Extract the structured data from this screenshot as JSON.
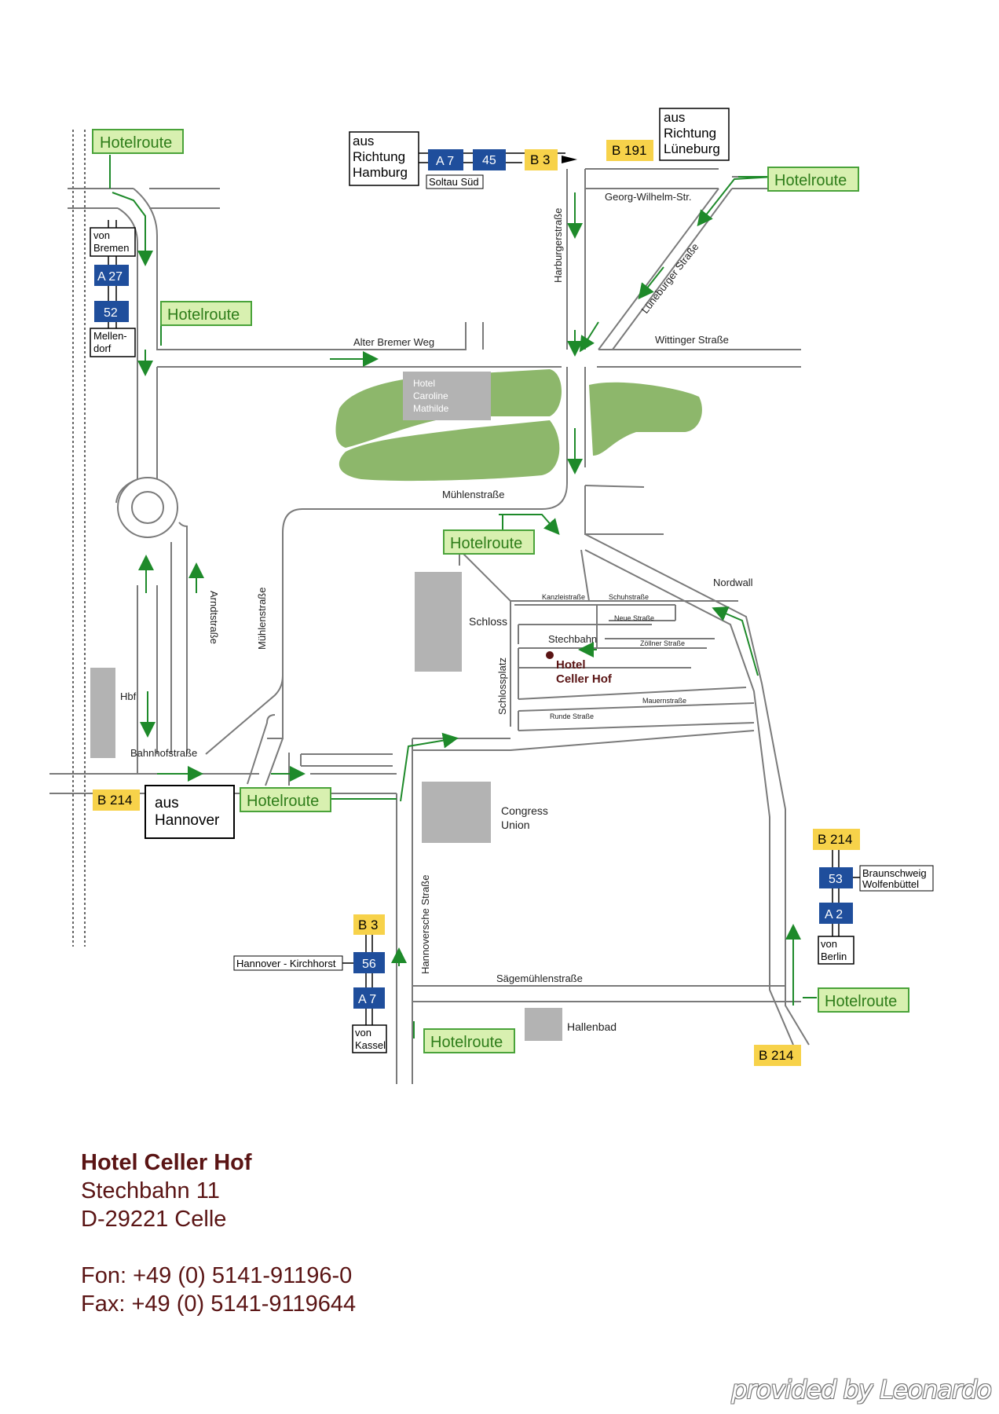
{
  "route_label": "Hotelroute",
  "colors": {
    "road": "#7a7a7a",
    "route": "#1e8a2a",
    "route_box": "#d8f0b0",
    "route_border": "#4aa33a",
    "park": "#8db76b",
    "building": "#b3b3b3",
    "yellow": "#f7d24a",
    "blue": "#1f4e9c",
    "hotel_dot": "#5a1414"
  },
  "icons": {
    "route_arrow": "route-arrow-icon",
    "hotel": "hotel-location-dot-icon",
    "road_sign": "highway-sign-icon"
  },
  "origins": {
    "hamburg": [
      "aus",
      "Richtung",
      "Hamburg"
    ],
    "lueneburg": [
      "aus",
      "Richtung",
      "Lüneburg"
    ],
    "hannover": [
      "aus",
      "Hannover"
    ],
    "bremen": [
      "von",
      "Bremen"
    ],
    "mellendorf": [
      "Mellen-",
      "dorf"
    ],
    "braunschweig": [
      "Braunschweig",
      "Wolfenbüttel"
    ],
    "berlin": [
      "von",
      "Berlin"
    ],
    "kassel": [
      "von",
      "Kassel"
    ],
    "kirchhorst": "Hannover - Kirchhorst",
    "soltau": "Soltau Süd"
  },
  "signs": {
    "a7": "A 7",
    "a27": "A 27",
    "a2": "A 2",
    "exit45": "45",
    "exit52": "52",
    "exit53": "53",
    "exit56": "56",
    "b3": "B 3",
    "b191": "B 191",
    "b214": "B 214"
  },
  "streets": {
    "georg_wilhelm": "Georg-Wilhelm-Str.",
    "harburger": "Harburgerstraße",
    "lueneburger": "Lüneburger Straße",
    "alter_bremer": "Alter Bremer Weg",
    "wittinger": "Wittinger Straße",
    "muehlen": "Mühlenstraße",
    "muehlen_v": "Mühlenstraße",
    "arndt": "Arndtstraße",
    "bahnhof": "Bahnhofstraße",
    "nordwall": "Nordwall",
    "schlossplatz": "Schlossplatz",
    "kanzlei": "Kanzleistraße",
    "schuh": "Schuhstraße",
    "neue": "Neue Straße",
    "zoellner": "Zöllner Straße",
    "stechbahn": "Stechbahn",
    "mauern": "Mauernstraße",
    "runde": "Runde Straße",
    "hannoversche": "Hannoversche Straße",
    "saegemuehlen": "Sägemühlenstraße"
  },
  "places": {
    "caroline": [
      "Hotel",
      "Caroline",
      "Mathilde"
    ],
    "schloss": "Schloss",
    "hbf": "Hbf",
    "congress": [
      "Congress",
      "Union"
    ],
    "hallenbad": "Hallenbad",
    "hotel": [
      "Hotel",
      "Celler Hof"
    ]
  },
  "address": {
    "name": "Hotel Celler Hof",
    "street": "Stechbahn 11",
    "city": "D-29221 Celle",
    "phone": "Fon: +49 (0) 5141-91196-0",
    "fax": "Fax: +49 (0) 5141-9119644"
  },
  "credit": "provided by Leonardo"
}
